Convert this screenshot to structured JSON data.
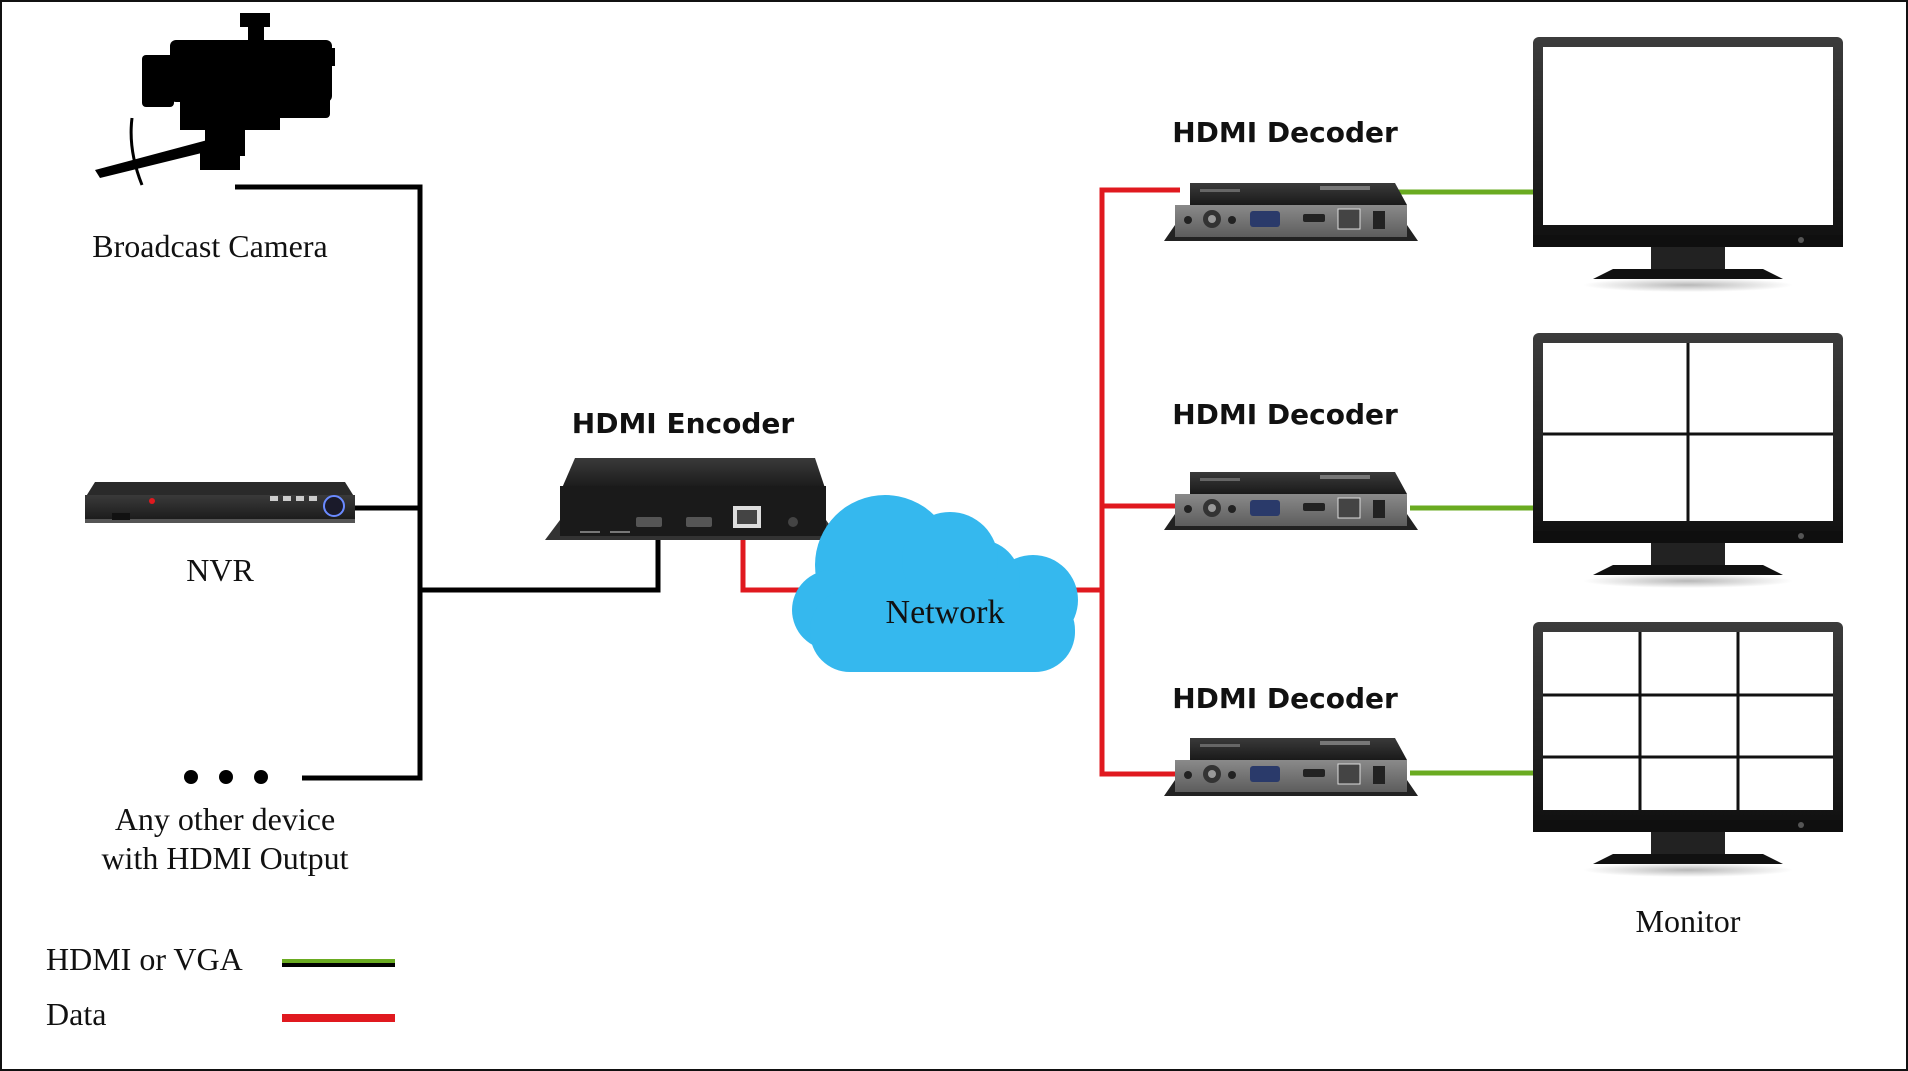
{
  "labels": {
    "camera": "Broadcast Camera",
    "nvr": "NVR",
    "other_line1": "Any other device",
    "other_line2": "with HDMI Output",
    "encoder": "HDMI Encoder",
    "network": "Network",
    "decoder1": "HDMI Decoder",
    "decoder2": "HDMI Decoder",
    "decoder3": "HDMI Decoder",
    "monitor": "Monitor"
  },
  "legend": {
    "hdmi_vga": "HDMI or VGA",
    "data": "Data"
  },
  "colors": {
    "hdmi_line": "#000000",
    "data_line": "#e0191f",
    "hdmi_vga_line": "#6aab21",
    "cloud": "#35b8ee"
  },
  "monitor_grids": [
    1,
    4,
    9
  ]
}
